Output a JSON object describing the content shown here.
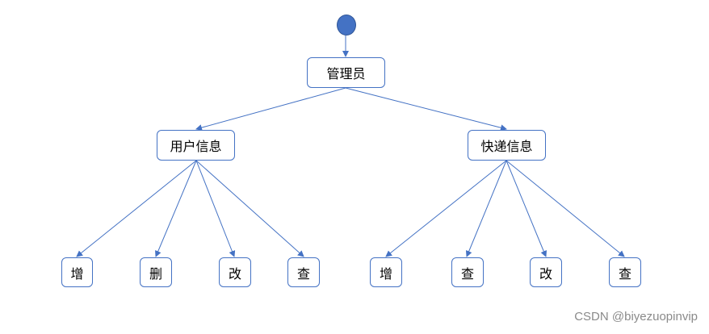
{
  "diagram": {
    "root": {
      "label": "管理员"
    },
    "branches": [
      {
        "label": "用户信息",
        "children": [
          "增",
          "删",
          "改",
          "查"
        ]
      },
      {
        "label": "快递信息",
        "children": [
          "增",
          "查",
          "改",
          "查"
        ]
      }
    ]
  },
  "colors": {
    "stroke": "#4472c4",
    "start_fill": "#4472c4"
  },
  "watermark": "CSDN @biyezuopinvip"
}
